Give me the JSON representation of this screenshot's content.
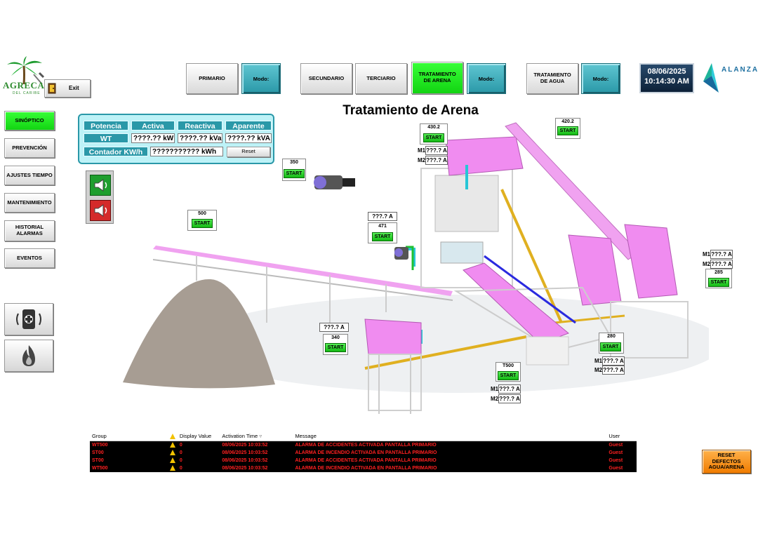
{
  "logo": {
    "name": "AGRECASA",
    "sub": "DEL CARIBE"
  },
  "exit_label": "Exit",
  "top_nav": {
    "primario": "PRIMARIO",
    "modo": "Modo:",
    "secundario": "SECUNDARIO",
    "terciario": "TERCIARIO",
    "tratamiento_arena": "TRATAMIENTO DE ARENA",
    "tratamiento_agua": "TRATAMIENTO DE AGUA"
  },
  "clock": {
    "date": "08/06/2025",
    "time": "10:14:30 AM"
  },
  "brand": "ALANZA",
  "page_title": "Tratamiento de Arena",
  "side_nav": {
    "sinoptico": "SINÓPTICO",
    "prevencion": "PREVENCIÓN",
    "ajustes": "AJUSTES TIEMPO",
    "mantenimiento": "MANTENIMIENTO",
    "historial": "HISTORIAL ALARMAS",
    "eventos": "EVENTOS"
  },
  "power": {
    "headers": [
      "Potencia",
      "Activa",
      "Reactiva",
      "Aparente"
    ],
    "wt_label": "WT",
    "activa": "????.?? kW",
    "reactiva": "????.?? kVar",
    "aparente": "????.?? kVA",
    "contador_label": "Contador KW/h",
    "contador_value": "??????????? kWh",
    "reset": "Reset"
  },
  "equipment": {
    "start_label": "START",
    "e350": "350",
    "e500": "500",
    "e471": "471",
    "e471_amp": "???.? A",
    "e430": "430.2",
    "e430_m1": "???.? A",
    "e430_m2": "???.? A",
    "e420": "420.2",
    "e285": "285",
    "e285_m1": "???.? A",
    "e285_m2": "???.? A",
    "e340": "340",
    "e340_amp": "???.? A",
    "e280": "280",
    "e280_m1": "???.? A",
    "e280_m2": "???.? A",
    "t500": "T500",
    "t500_m1": "???.? A",
    "t500_m2": "???.? A",
    "m1": "M1",
    "m2": "M2"
  },
  "alarms": {
    "headers": {
      "group": "Group",
      "value": "Display Value",
      "time": "Activation Time",
      "message": "Message",
      "user": "User"
    },
    "rows": [
      {
        "group": "WT500",
        "value": "0",
        "time": "08/06/2025 10:03:52",
        "message": "ALARMA DE ACCIDENTES ACTIVADA PANTALLA PRIMARIO",
        "user": "Guest"
      },
      {
        "group": "ST00",
        "value": "0",
        "time": "08/06/2025 10:03:52",
        "message": "ALARMA DE INCENDIO  ACTIVADA EN PANTALLA PRIMARIO",
        "user": "Guest"
      },
      {
        "group": "ST00",
        "value": "0",
        "time": "08/06/2025 10:03:52",
        "message": "ALARMA DE ACCIDENTES ACTIVADA PANTALLA PRIMARIO",
        "user": "Guest"
      },
      {
        "group": "WT500",
        "value": "0",
        "time": "08/06/2025 10:03:52",
        "message": "ALARMA DE INCENDIO  ACTIVADA EN PANTALLA PRIMARIO",
        "user": "Guest"
      }
    ]
  },
  "reset_defects": "RESET DEFECTOS AGUA/ARENA",
  "colors": {
    "active_green": "#12d412",
    "teal": "#2a98a8",
    "alarm_red": "#ff2020",
    "equipment_pink": "#f08cf0"
  }
}
